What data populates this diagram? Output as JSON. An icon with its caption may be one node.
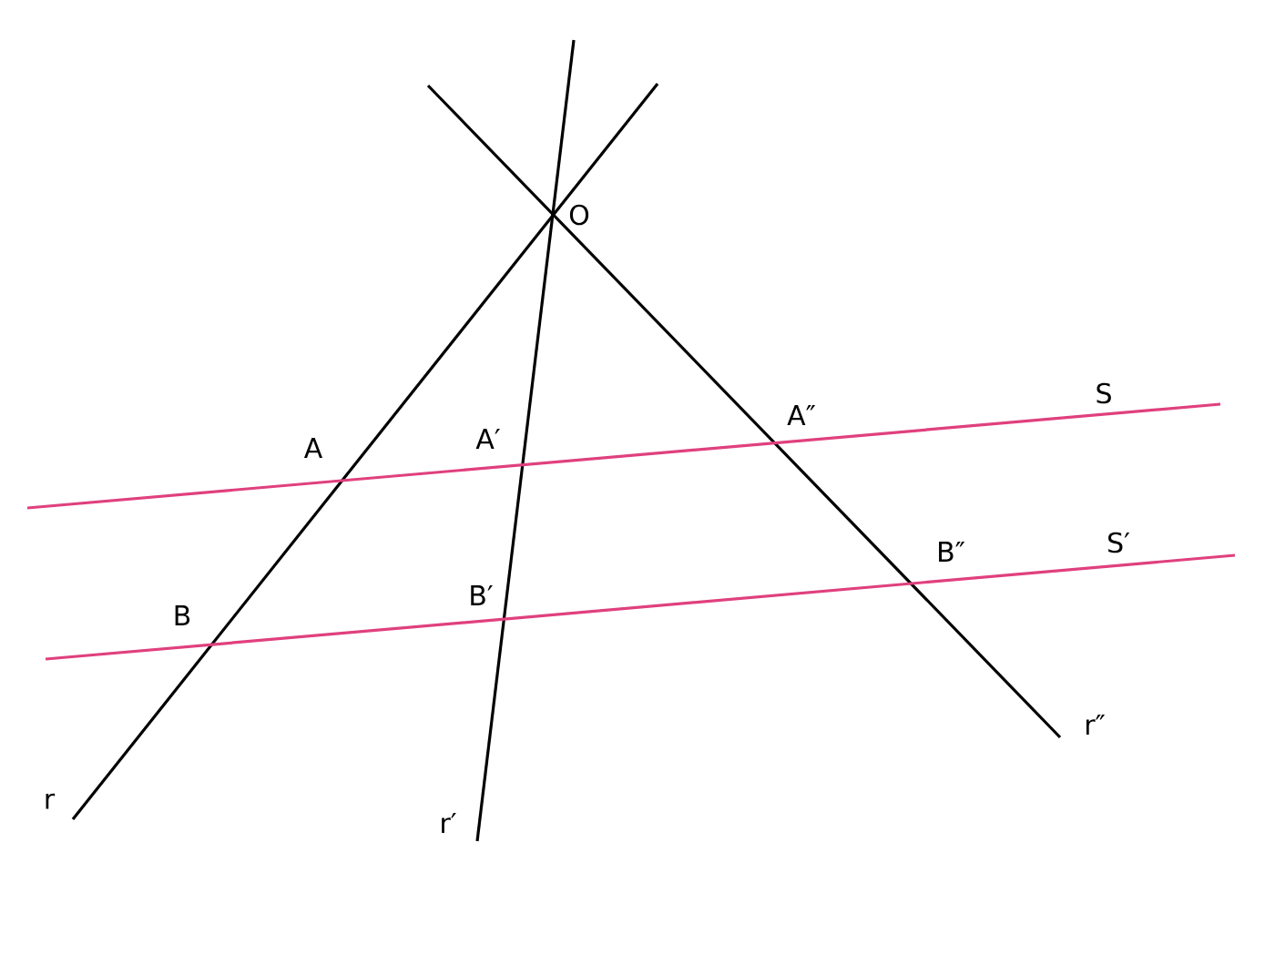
{
  "diagram": {
    "labels": [
      "O",
      "A",
      "A′",
      "A″",
      "S",
      "B",
      "B′",
      "B″",
      "S′",
      "r",
      "r′",
      "r″"
    ]
  }
}
